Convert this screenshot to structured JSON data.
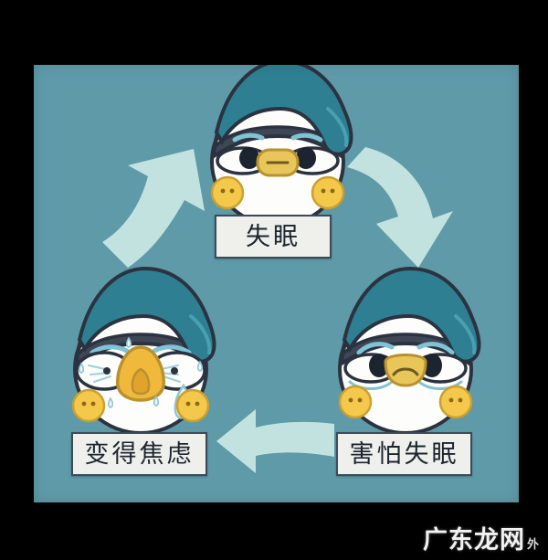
{
  "image": {
    "kind": "illustrated-cycle-diagram",
    "background_color": "#000000",
    "panel_color": "#5f9aa8",
    "arrow_color": "#c2e2e0",
    "chip_fill": "#eff0ec",
    "chip_border": "#3c4a58",
    "text_color": "#1c2430"
  },
  "diagram": {
    "nodes": [
      {
        "id": "insomnia",
        "label": "失眠",
        "position": "top",
        "character": {
          "name": "penguin-sleepy",
          "expression": "tired",
          "cap_color": "#2e7f92",
          "head_color": "#3f4757",
          "face_color": "#fdfdfb",
          "beak_color": "#e8c65a",
          "blush_color": "#f4c84a"
        }
      },
      {
        "id": "fear-of-insomnia",
        "label": "害怕失眠",
        "position": "bottom-right",
        "character": {
          "name": "penguin-worried",
          "expression": "worried",
          "cap_color": "#2e7f92",
          "head_color": "#3f4757",
          "face_color": "#fdfdfb",
          "beak_color": "#e8c65a",
          "blush_color": "#f4c84a"
        }
      },
      {
        "id": "becoming-anxious",
        "label": "变得焦虑",
        "position": "bottom-left",
        "character": {
          "name": "penguin-anxious",
          "expression": "crying-sweating",
          "cap_color": "#2e7f92",
          "head_color": "#3f4757",
          "face_color": "#fdfdfb",
          "beak_color": "#f0b93c",
          "blush_color": "#f4c84a"
        }
      }
    ],
    "arrows": [
      {
        "id": "arrow-top-to-right",
        "from": "insomnia",
        "to": "fear-of-insomnia",
        "direction": "down-right"
      },
      {
        "id": "arrow-right-to-left",
        "from": "fear-of-insomnia",
        "to": "becoming-anxious",
        "direction": "left"
      },
      {
        "id": "arrow-left-to-top",
        "from": "becoming-anxious",
        "to": "insomnia",
        "direction": "up-right"
      }
    ]
  },
  "watermark": {
    "main": "广东龙网",
    "sub": "外"
  }
}
